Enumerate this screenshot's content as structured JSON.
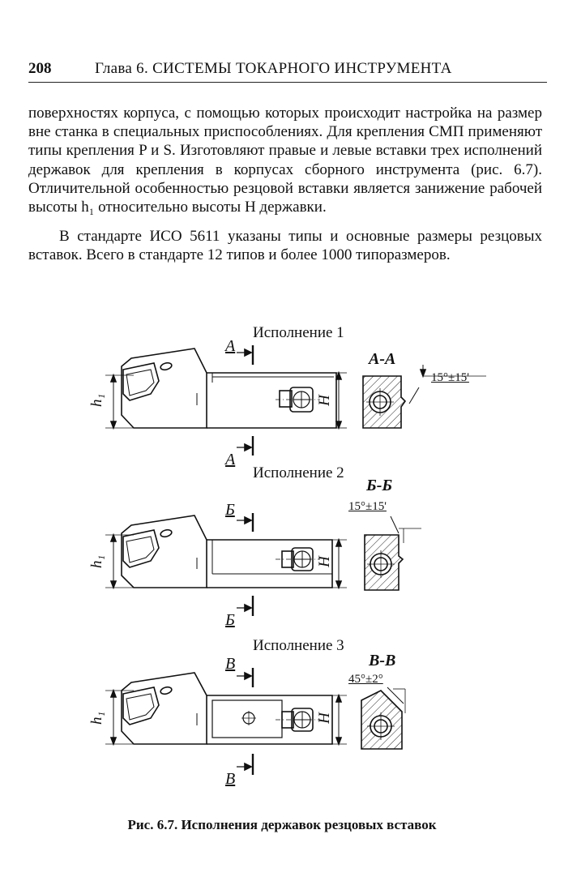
{
  "header": {
    "page_number": "208",
    "running_title": "Глава 6. СИСТЕМЫ ТОКАРНОГО ИНСТРУМЕНТА"
  },
  "body": {
    "paragraph_1": "поверхностях корпуса, с помощью которых происходит настройка на размер вне станка в специальных приспособлениях. Для крепления СМП применяют типы крепления P и S. Изготовляют правые и левые вставки трех исполнений державок для крепления в корпусах сборного инструмента (рис. 6.7). Отличительной особенностью резцовой вставки является занижение рабочей высоты h₁ относительно высоты H державки.",
    "paragraph_2": "В стандарте ИСО 5611 указаны типы и основные размеры резцовых вставок. Всего в стандарте 12 типов и более 1000 типоразмеров."
  },
  "figure": {
    "views": [
      {
        "label": "Исполнение 1",
        "section_letter": "А",
        "section_title": "А-А",
        "angle": "15°±15'",
        "dim_h1": "h₁",
        "dim_H": "H"
      },
      {
        "label": "Исполнение 2",
        "section_letter": "Б",
        "section_title": "Б-Б",
        "angle": "15°±15'",
        "dim_h1": "h₁",
        "dim_H": "H"
      },
      {
        "label": "Исполнение 3",
        "section_letter": "В",
        "section_title": "В-В",
        "angle": "45°±2°",
        "dim_h1": "h₁",
        "dim_H": "H"
      }
    ],
    "caption": "Рис. 6.7. Исполнения державок резцовых вставок"
  }
}
